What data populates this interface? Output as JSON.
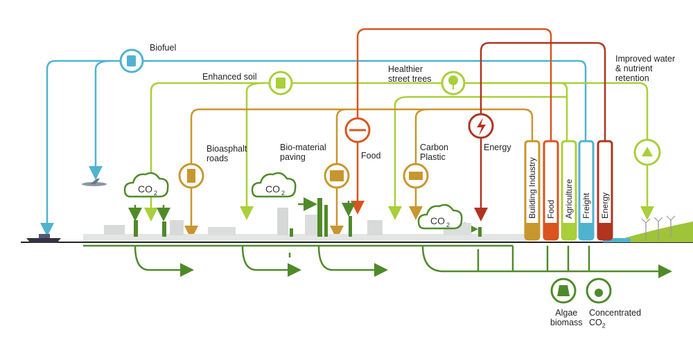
{
  "labels": {
    "biofuel": "Biofuel",
    "enhanced_soil": "Enhanced soil",
    "healthier_trees": "Healthier\nstreet trees",
    "improved_water": "Improved water\n& nutrient\nretention",
    "bioasphalt": "Bioasphalt\nroads",
    "biomaterial": "Bio-material\npaving",
    "food": "Food",
    "carbon_plastic": "Carbon\nPlastic",
    "energy": "Energy",
    "algae": "Algae\nbiomass",
    "concentrated": "Concentrated",
    "concentrated_sub": "CO",
    "co2": "CO",
    "sub2": "2"
  },
  "bars": [
    {
      "label": "Building Industry",
      "color": "#c8962e"
    },
    {
      "label": "Food",
      "color": "#d9541f"
    },
    {
      "label": "Agriculture",
      "color": "#a9cf3a"
    },
    {
      "label": "Freight",
      "color": "#4fb3cf"
    },
    {
      "label": "Energy",
      "color": "#b0341f"
    }
  ],
  "colors": {
    "blue": "#4fb3cf",
    "lime": "#a9cf3a",
    "gold": "#c8962e",
    "orange": "#d9541f",
    "red": "#b0341f",
    "green": "#4f8a2a"
  }
}
